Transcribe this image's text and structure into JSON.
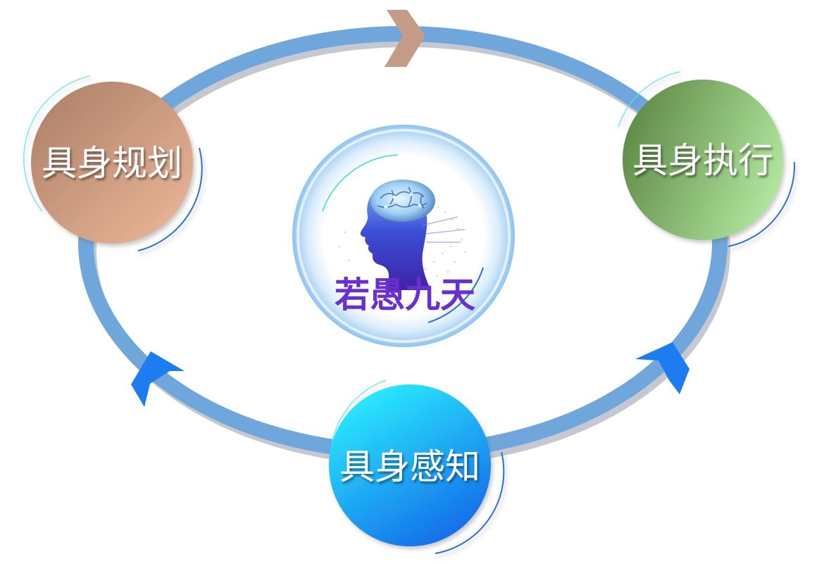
{
  "diagram": {
    "center": {
      "label": "若愚九天",
      "icon": "ai-head-brain-icon",
      "label_color": "#6a2fd0"
    },
    "nodes": [
      {
        "id": "planning",
        "label": "具身规划",
        "gradient": [
          "#a97d66",
          "#efb99a"
        ]
      },
      {
        "id": "execution",
        "label": "具身执行",
        "gradient": [
          "#5f8a47",
          "#b3e9a1"
        ]
      },
      {
        "id": "perception",
        "label": "具身感知",
        "gradient": [
          "#2cf0ff",
          "#1266e8"
        ]
      }
    ],
    "cycle": {
      "ring_color": "#6fa6dc",
      "ring_shadow": "#c5c9cf",
      "arrow_top_color": "#c39b86",
      "arrow_side_color": "#1d7cf0"
    }
  }
}
